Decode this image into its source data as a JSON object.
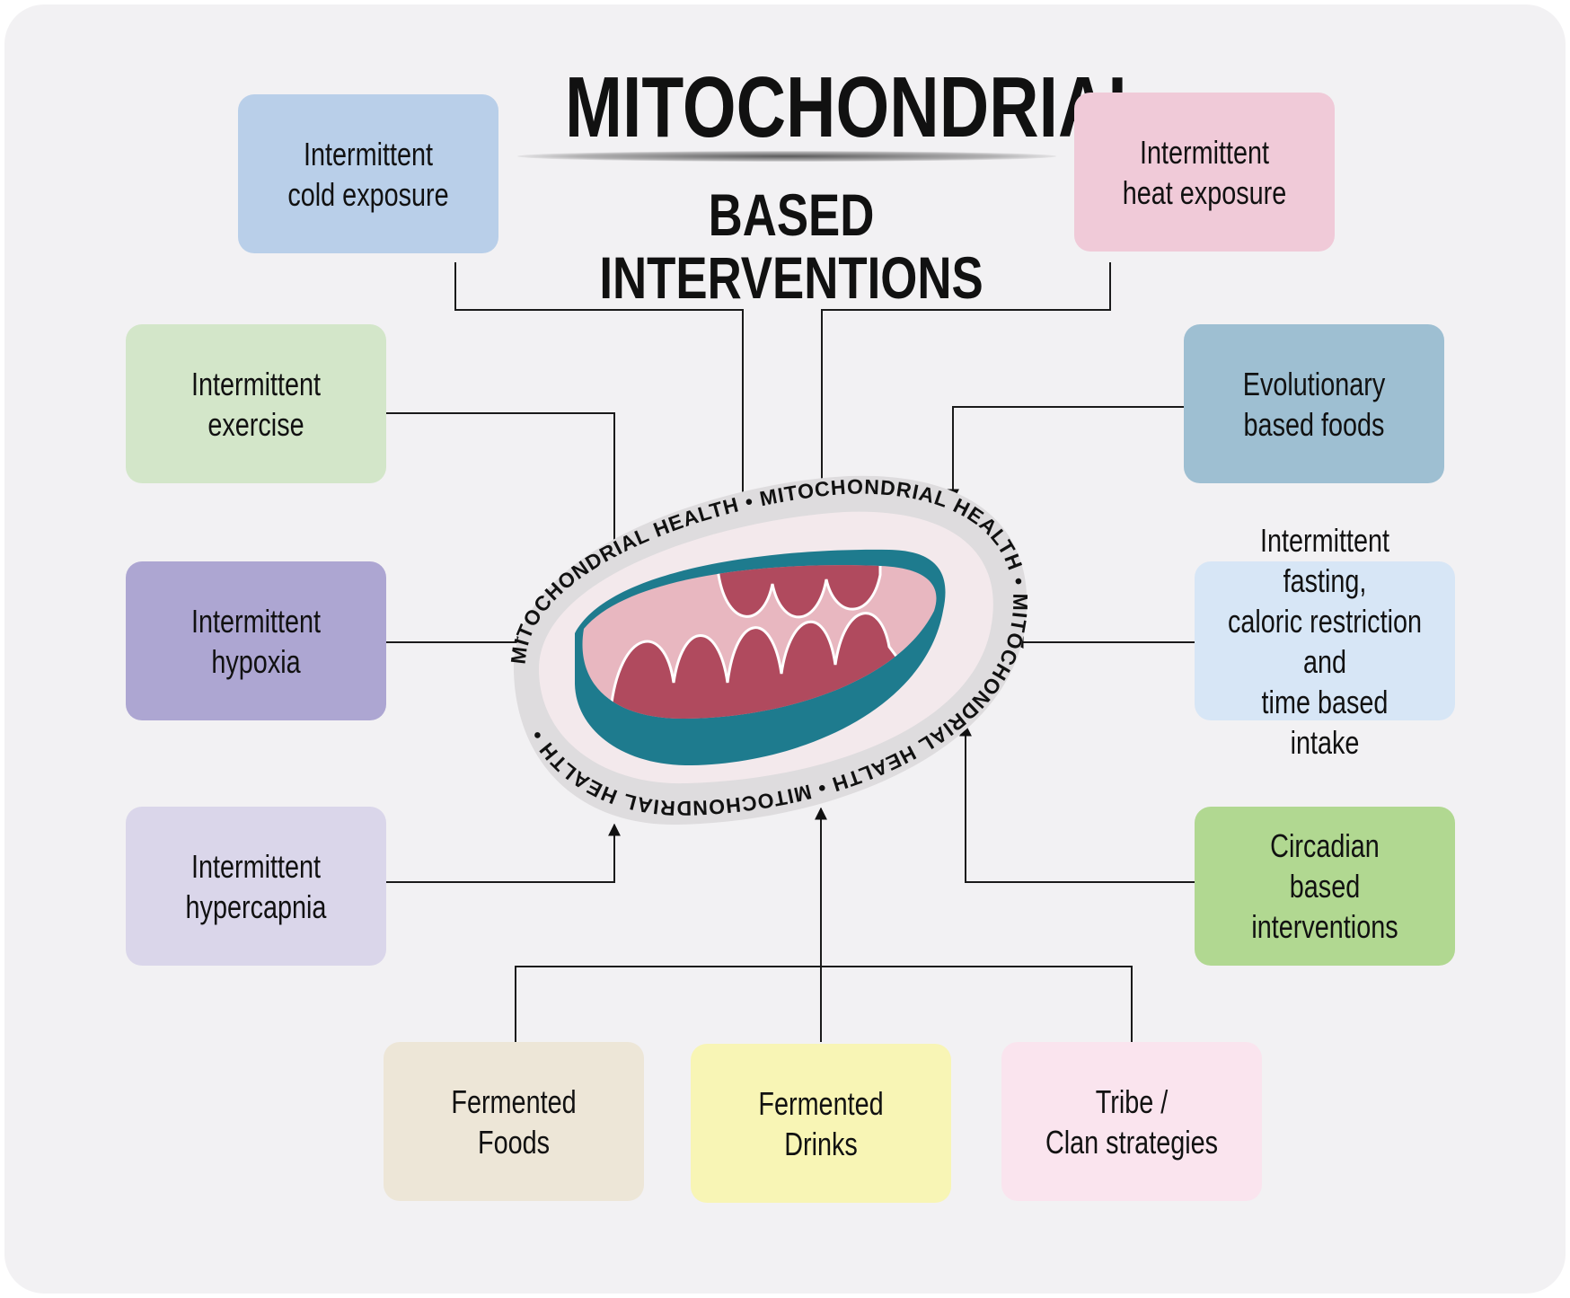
{
  "title": {
    "main": "MITOCHONDRIAL",
    "sub": "BASED INTERVENTIONS"
  },
  "center": {
    "ring_text": "MITOCHONDRIAL HEALTH • MITOCHONDRIAL HEALTH • MITOCHONDRIAL HEALTH • MITOCHONDRIAL HEALTH • ",
    "colors": {
      "outer_membrane": "#1e7b8e",
      "inner_space": "#e8b7c0",
      "cristae": "#b04a5e",
      "halo": "#dedcde"
    }
  },
  "boxes": {
    "cold": {
      "label": "Intermittent\ncold exposure",
      "color": "#b9cfe9"
    },
    "heat": {
      "label": "Intermittent\nheat exposure",
      "color": "#f0cad8"
    },
    "exercise": {
      "label": "Intermittent\nexercise",
      "color": "#d3e6c9"
    },
    "evolutionary": {
      "label": "Evolutionary\nbased foods",
      "color": "#9ebfd2"
    },
    "hypoxia": {
      "label": "Intermittent\nhypoxia",
      "color": "#ada6d2"
    },
    "fasting": {
      "label": "Intermittent fasting,\ncaloric restriction and\ntime based intake",
      "color": "#d7e6f6"
    },
    "hypercapnia": {
      "label": "Intermittent\nhypercapnia",
      "color": "#dad6ea"
    },
    "circadian": {
      "label": "Circadian\nbased interventions",
      "color": "#b1d891"
    },
    "fermented_foods": {
      "label": "Fermented\nFoods",
      "color": "#ede6d7"
    },
    "fermented_drinks": {
      "label": "Fermented\nDrinks",
      "color": "#f8f5b5"
    },
    "tribe": {
      "label": "Tribe /\nClan strategies",
      "color": "#fae4ee"
    }
  }
}
